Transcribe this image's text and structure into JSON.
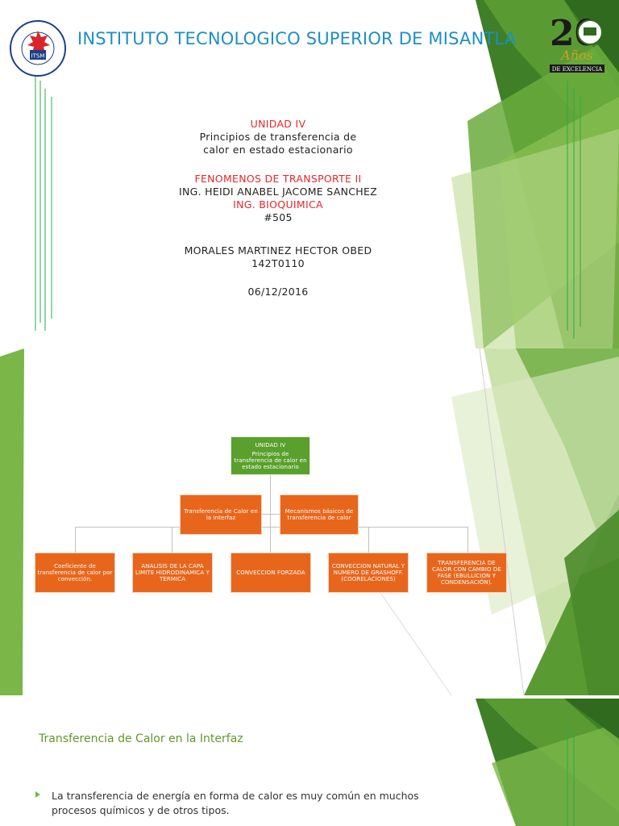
{
  "slide1": {
    "institution": "INSTITUTO TECNOLOGICO SUPERIOR DE MISANTLA",
    "logo_left_text": "INSTITUTO TECNOLOGICO SUPERIOR DE MISANTLA",
    "logo_left_mark": "ITSM",
    "logo_right_number": "20",
    "logo_right_word": "Años",
    "logo_right_sub": "DE EXCELENCIA",
    "unit_label": "UNIDAD IV",
    "unit_title_line1": "Principios de transferencia de",
    "unit_title_line2": "calor en estado estacionario",
    "course": "FENOMENOS DE TRANSPORTE II",
    "teacher": "ING. HEIDI ANABEL JACOME SANCHEZ",
    "career": "ING. BIOQUIMICA",
    "group": "#505",
    "student": "MORALES MARTINEZ HECTOR OBED",
    "student_id": "142T0110",
    "date": "06/12/2016"
  },
  "slide2": {
    "root_line1": "UNIDAD IV",
    "root_line2": "Principios de transferencia de calor en estado estacionario",
    "left_branch": "Transferencia de Calor en la interfaz",
    "right_branch": "Mecanismos básicos de transferencia de calor",
    "leaves": [
      "Coeficiente de transferencia de calor por convección.",
      "ANALISIS DE LA CAPA LIMITE HIDRODINAMICA Y TERMICA",
      "CONVECCION FORZADA",
      "CONVECCION NATURAL Y NUMERO DE GRASHOFF. (COORELACIONES)",
      "TRANSFERENCIA DE CALOR CON CAMBIO DE FASE (EBULLICION Y CONDENSACIÓN)."
    ]
  },
  "slide3": {
    "title": "Transferencia de Calor en la Interfaz",
    "bullets": [
      "La transferencia de energía en forma de calor es muy común en muchos procesos químicos y de otros tipos."
    ]
  },
  "colors": {
    "title_blue": "#1d8fc7",
    "accent_red": "#e8262a",
    "box_green": "#5aa02c",
    "box_orange": "#e8661c",
    "heading_green": "#5f9a2a"
  }
}
